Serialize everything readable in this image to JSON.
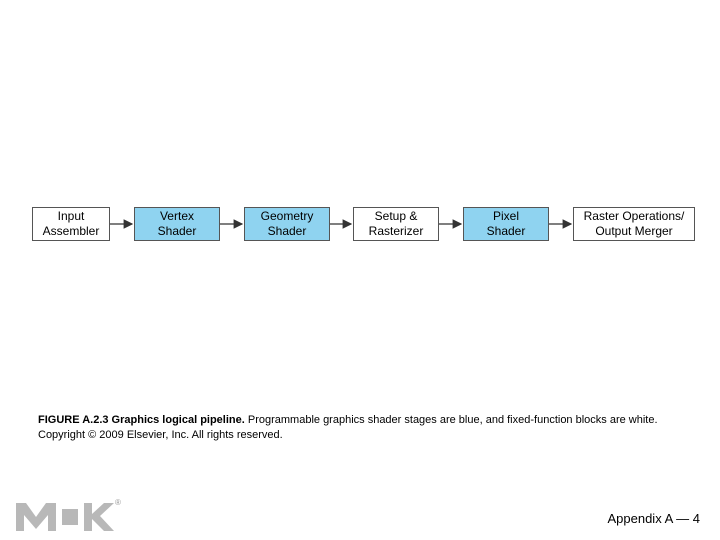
{
  "diagram": {
    "stages": [
      {
        "label": "Input\nAssembler",
        "kind": "fixed"
      },
      {
        "label": "Vertex\nShader",
        "kind": "programmable"
      },
      {
        "label": "Geometry\nShader",
        "kind": "programmable"
      },
      {
        "label": "Setup &\nRasterizer",
        "kind": "fixed"
      },
      {
        "label": "Pixel\nShader",
        "kind": "programmable"
      },
      {
        "label": "Raster Operations/\nOutput Merger",
        "kind": "fixed"
      }
    ],
    "colors": {
      "programmable": "#8fd3f0",
      "fixed": "#ffffff",
      "border": "#555555"
    }
  },
  "caption": {
    "bold": "FIGURE A.2.3 Graphics logical pipeline.",
    "text": " Programmable graphics shader stages are blue, and fixed-function blocks are white. Copyright © 2009 Elsevier, Inc. All rights reserved."
  },
  "footer": {
    "label": "Appendix A — 4"
  },
  "logo": {
    "icon": "mk-logo",
    "mark": "®"
  }
}
